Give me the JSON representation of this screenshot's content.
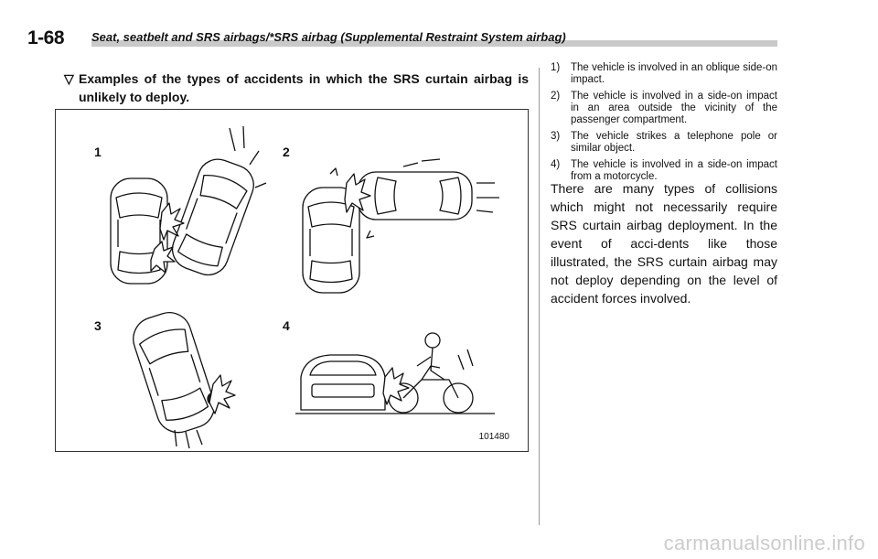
{
  "header": {
    "page_number": "1-68",
    "section_title": "Seat, seatbelt and SRS airbags/*SRS airbag (Supplemental Restraint System airbag)"
  },
  "lead": {
    "marker": "▽",
    "text": "Examples of the types of accidents in which the SRS curtain airbag is unlikely to deploy."
  },
  "figure": {
    "labels": [
      "1",
      "2",
      "3",
      "4"
    ],
    "code": "101480"
  },
  "list": [
    {
      "num": "1)",
      "text": "The vehicle is involved in an oblique side-on impact."
    },
    {
      "num": "2)",
      "text": "The vehicle is involved in a side-on impact in an area outside the vicinity of the passenger compartment."
    },
    {
      "num": "3)",
      "text": "The vehicle strikes a telephone pole or similar object."
    },
    {
      "num": "4)",
      "text": "The vehicle is involved in a side-on impact from a motorcycle."
    }
  ],
  "paragraph": "There are many types of collisions which might not necessarily require SRS curtain airbag deployment. In the event of acci-dents like those illustrated, the SRS curtain airbag may not deploy depending on the level of accident forces involved.",
  "watermark": "carmanualsonline.info"
}
